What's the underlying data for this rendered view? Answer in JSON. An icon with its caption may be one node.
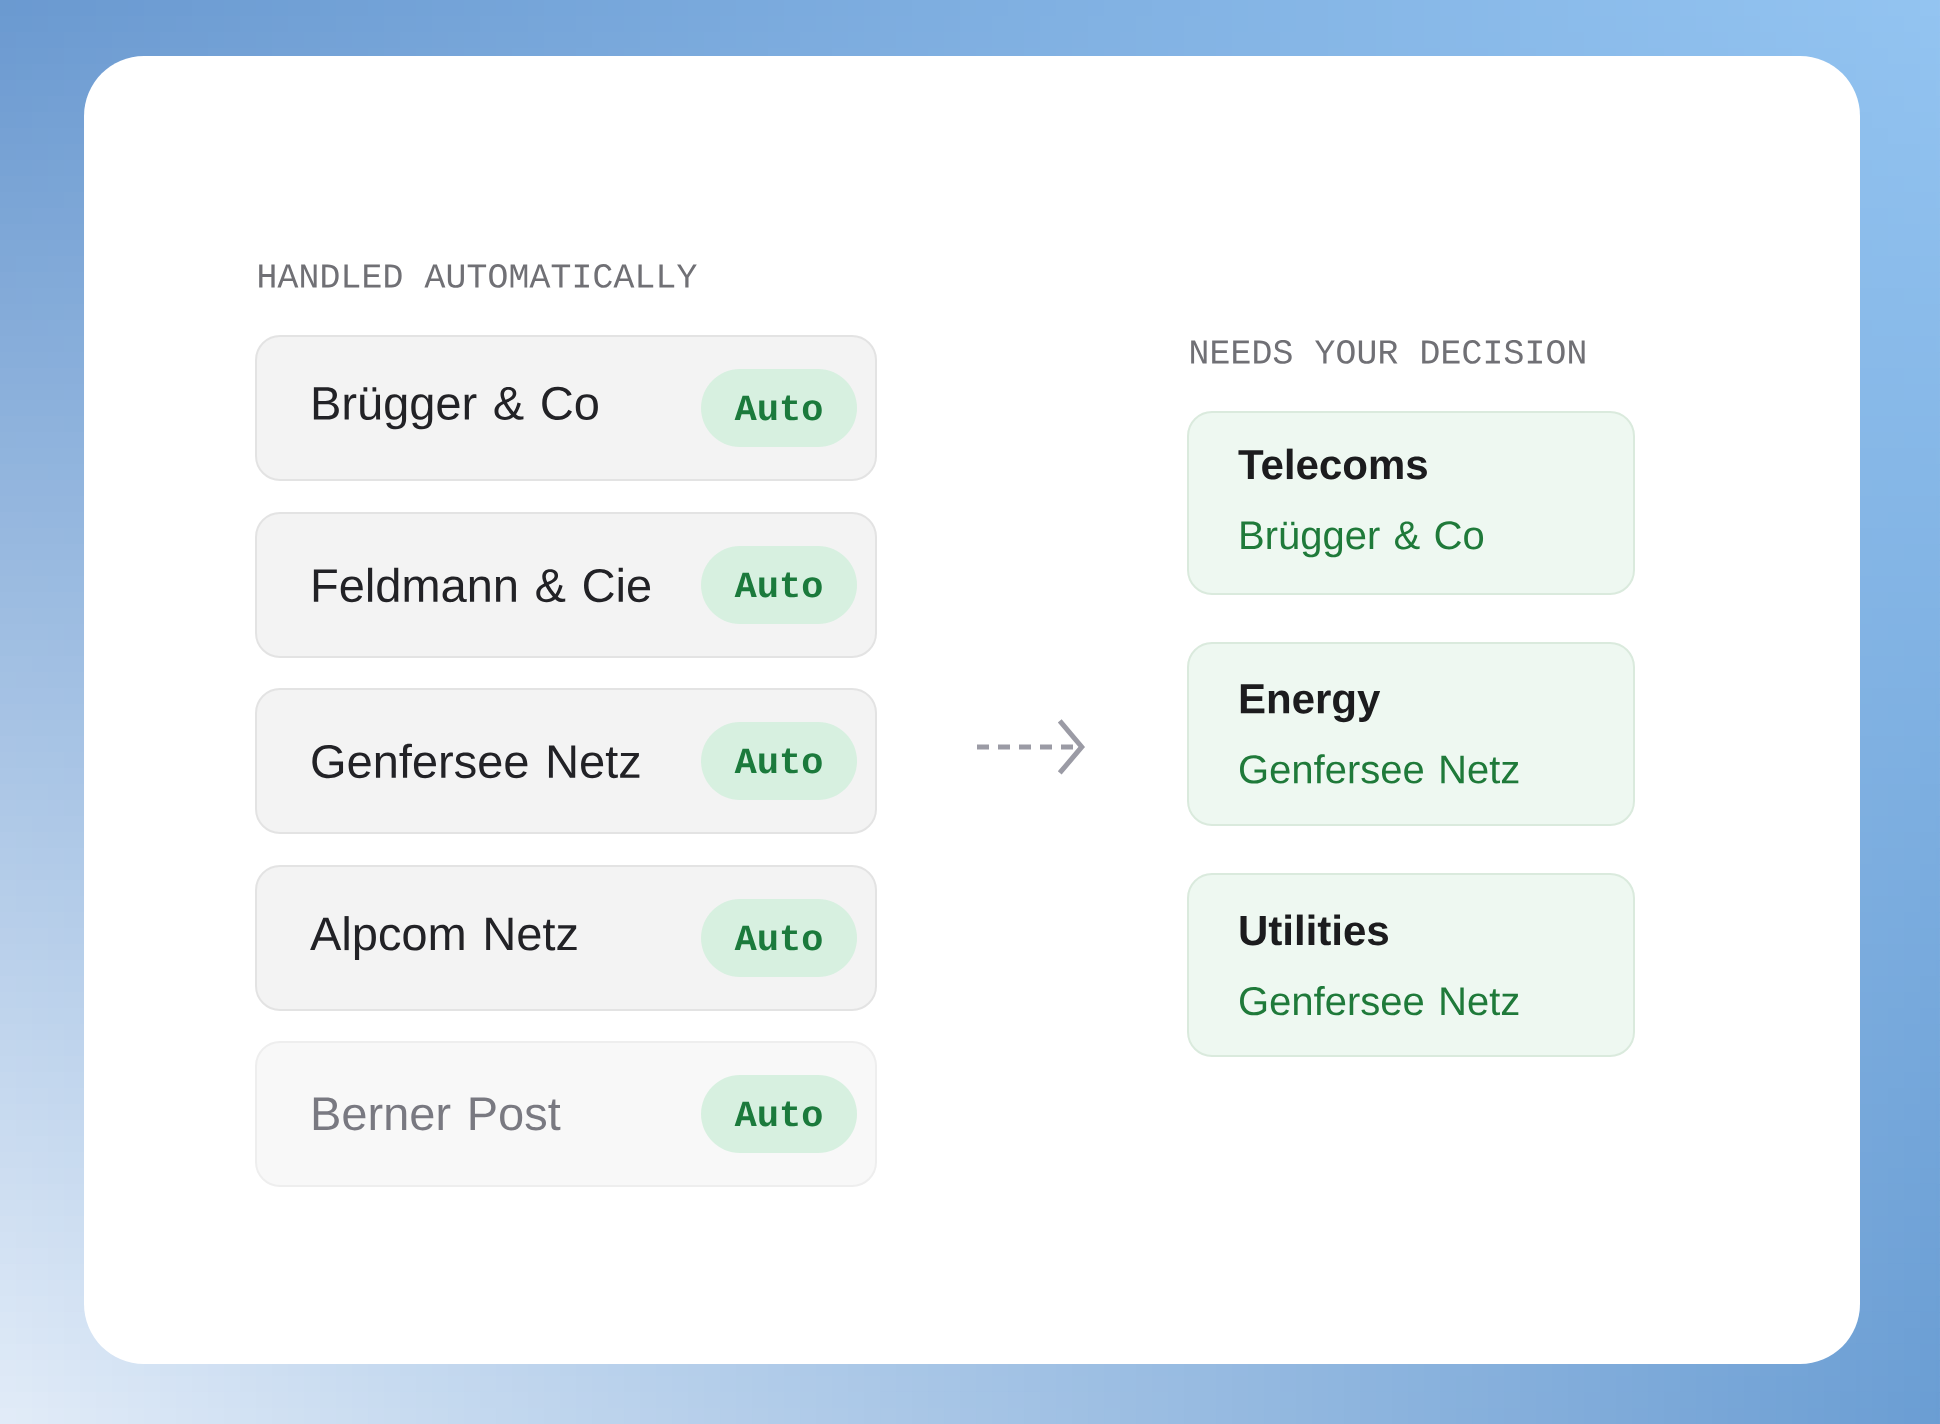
{
  "diagram": {
    "nodes": [
      {
        "text": [
          "Brügger & Co"
        ]
      },
      {
        "text": [
          "Auto"
        ],
        "in": 0
      },
      {
        "text": [
          "Feldmann & Cie"
        ]
      },
      {
        "text": [
          "Auto"
        ],
        "in": 2
      },
      {
        "text": [
          "Genfersee Netz"
        ]
      },
      {
        "text": [
          "Auto"
        ],
        "in": 4
      },
      {
        "text": [
          "Alpcom Netz"
        ]
      },
      {
        "text": [
          "Auto"
        ],
        "in": 6
      },
      {
        "text": [
          "Berner Post"
        ]
      },
      {
        "text": [
          "Auto"
        ],
        "in": 8
      },
      {
        "text": [
          "Telecoms",
          "Brügger & Co"
        ]
      },
      {
        "text": [
          "Energy",
          "Genfersee Netz"
        ]
      },
      {
        "text": [
          "Utilities",
          "Genfersee Netz"
        ]
      }
    ],
    "edges": [
      {
        "from": 4,
        "to": 11,
        "arrow": "to",
        "style": "dashed"
      }
    ],
    "labels": [
      "HANDLED AUTOMATICALLY",
      "NEEDS YOUR DECISION"
    ]
  }
}
